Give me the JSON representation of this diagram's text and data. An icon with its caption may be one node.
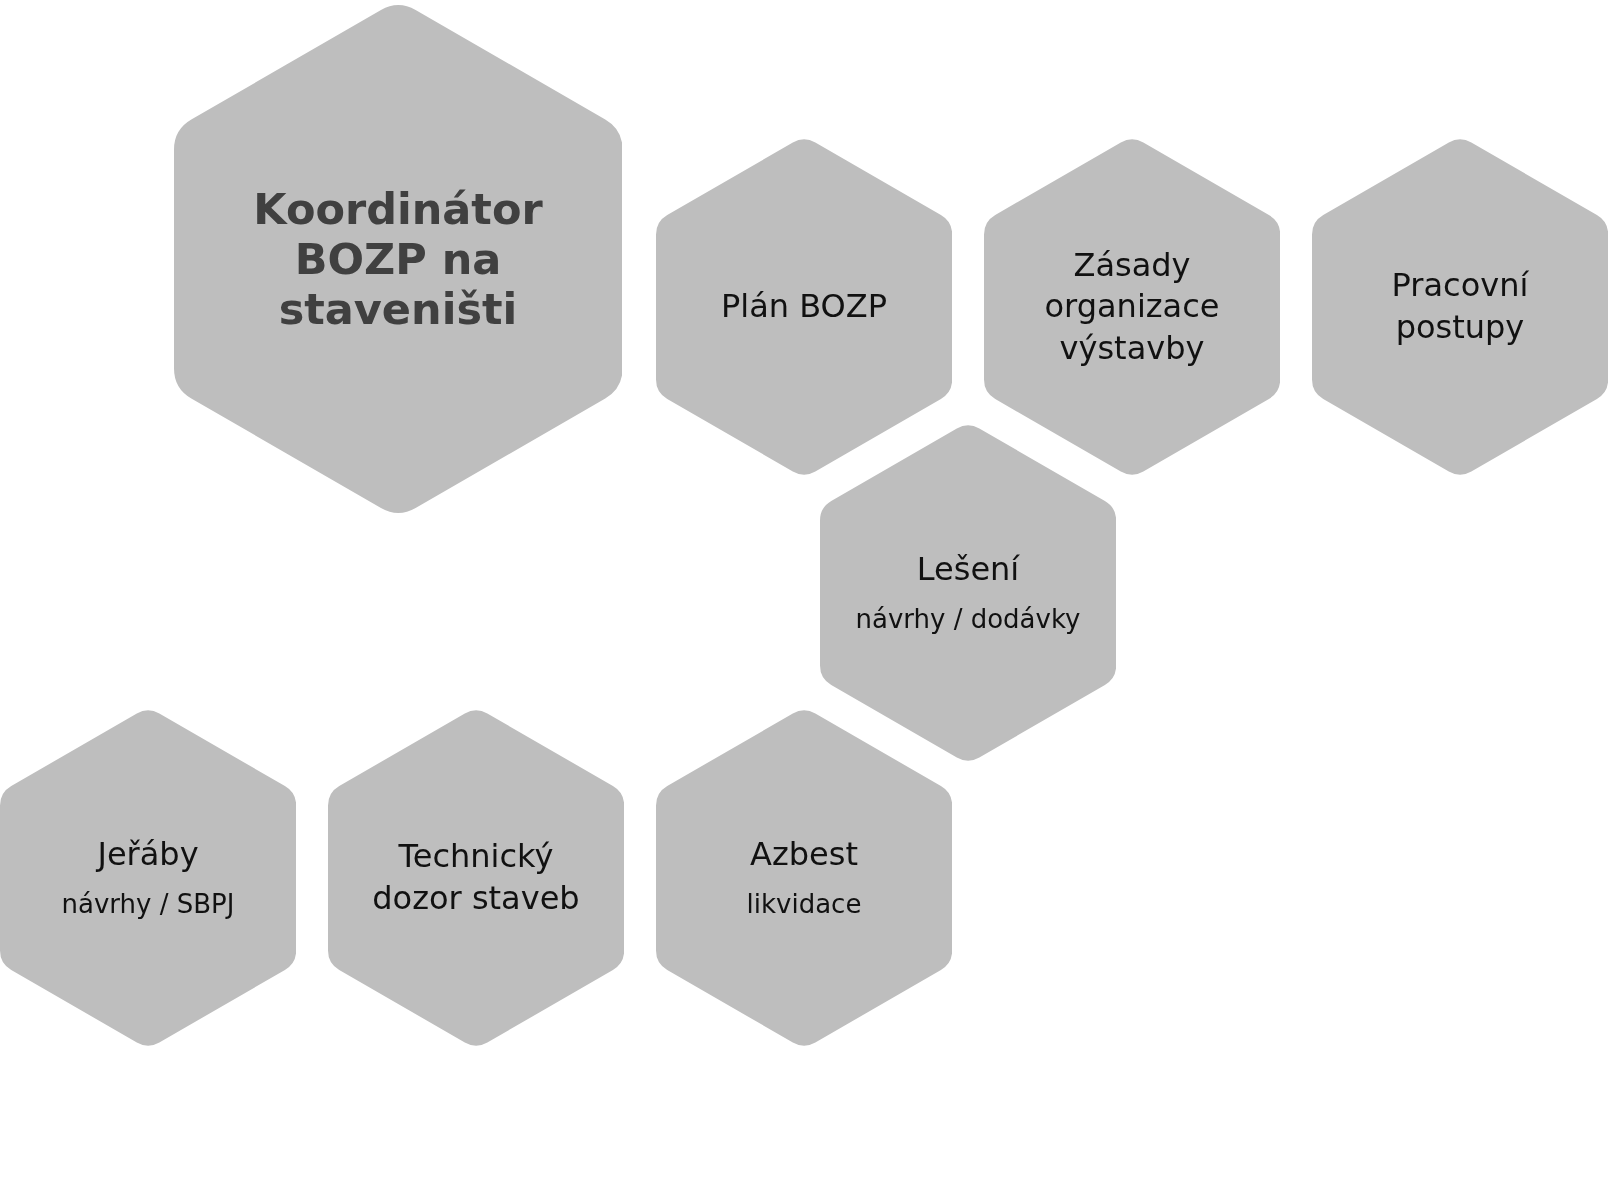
{
  "diagram": {
    "nodes": [
      {
        "text": [
          "Koordinátor BOZP na staveništi"
        ]
      },
      {
        "text": [
          "Plán BOZP"
        ]
      },
      {
        "text": [
          "Zásady organizace výstavby"
        ]
      },
      {
        "text": [
          "Pracovní postupy"
        ]
      },
      {
        "text": [
          "Lešení",
          "návrhy / dodávky"
        ]
      },
      {
        "text": [
          "Jeřáby",
          "návrhy / SBPJ"
        ]
      },
      {
        "text": [
          "Technický dozor staveb"
        ]
      },
      {
        "text": [
          "Azbest",
          "likvidace"
        ]
      }
    ]
  }
}
